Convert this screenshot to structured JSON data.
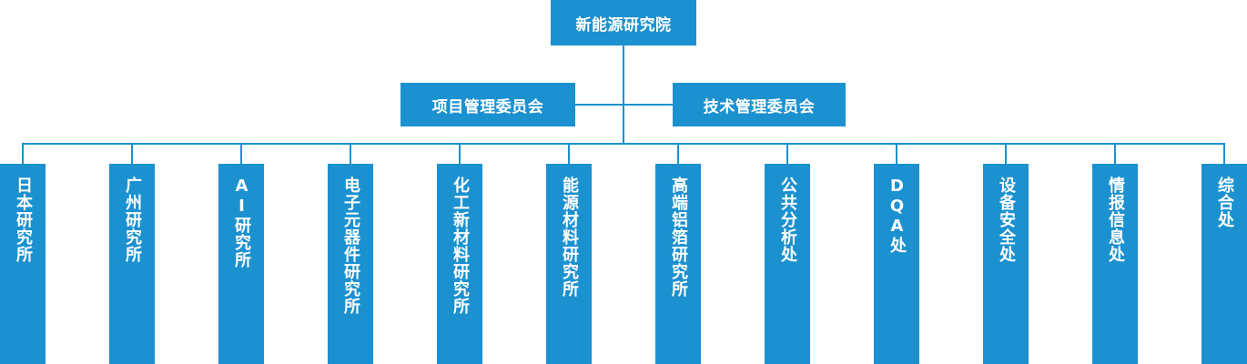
{
  "root": {
    "label": "新能源研究院"
  },
  "committees": [
    {
      "label": "项目管理委员会"
    },
    {
      "label": "技术管理委员会"
    }
  ],
  "departments": [
    {
      "label": "日本研究所"
    },
    {
      "label": "广州研究所"
    },
    {
      "label": "AI研究所"
    },
    {
      "label": "电子元器件研究所"
    },
    {
      "label": "化工新材料研究所"
    },
    {
      "label": "能源材料研究所"
    },
    {
      "label": "高端铝箔研究所"
    },
    {
      "label": "公共分析处"
    },
    {
      "label": "DQA处"
    },
    {
      "label": "设备安全处"
    },
    {
      "label": "情报信息处"
    },
    {
      "label": "综合处"
    }
  ],
  "colors": {
    "box": "#1c91d0",
    "line": "#1c91d0",
    "text": "#ffffff"
  }
}
